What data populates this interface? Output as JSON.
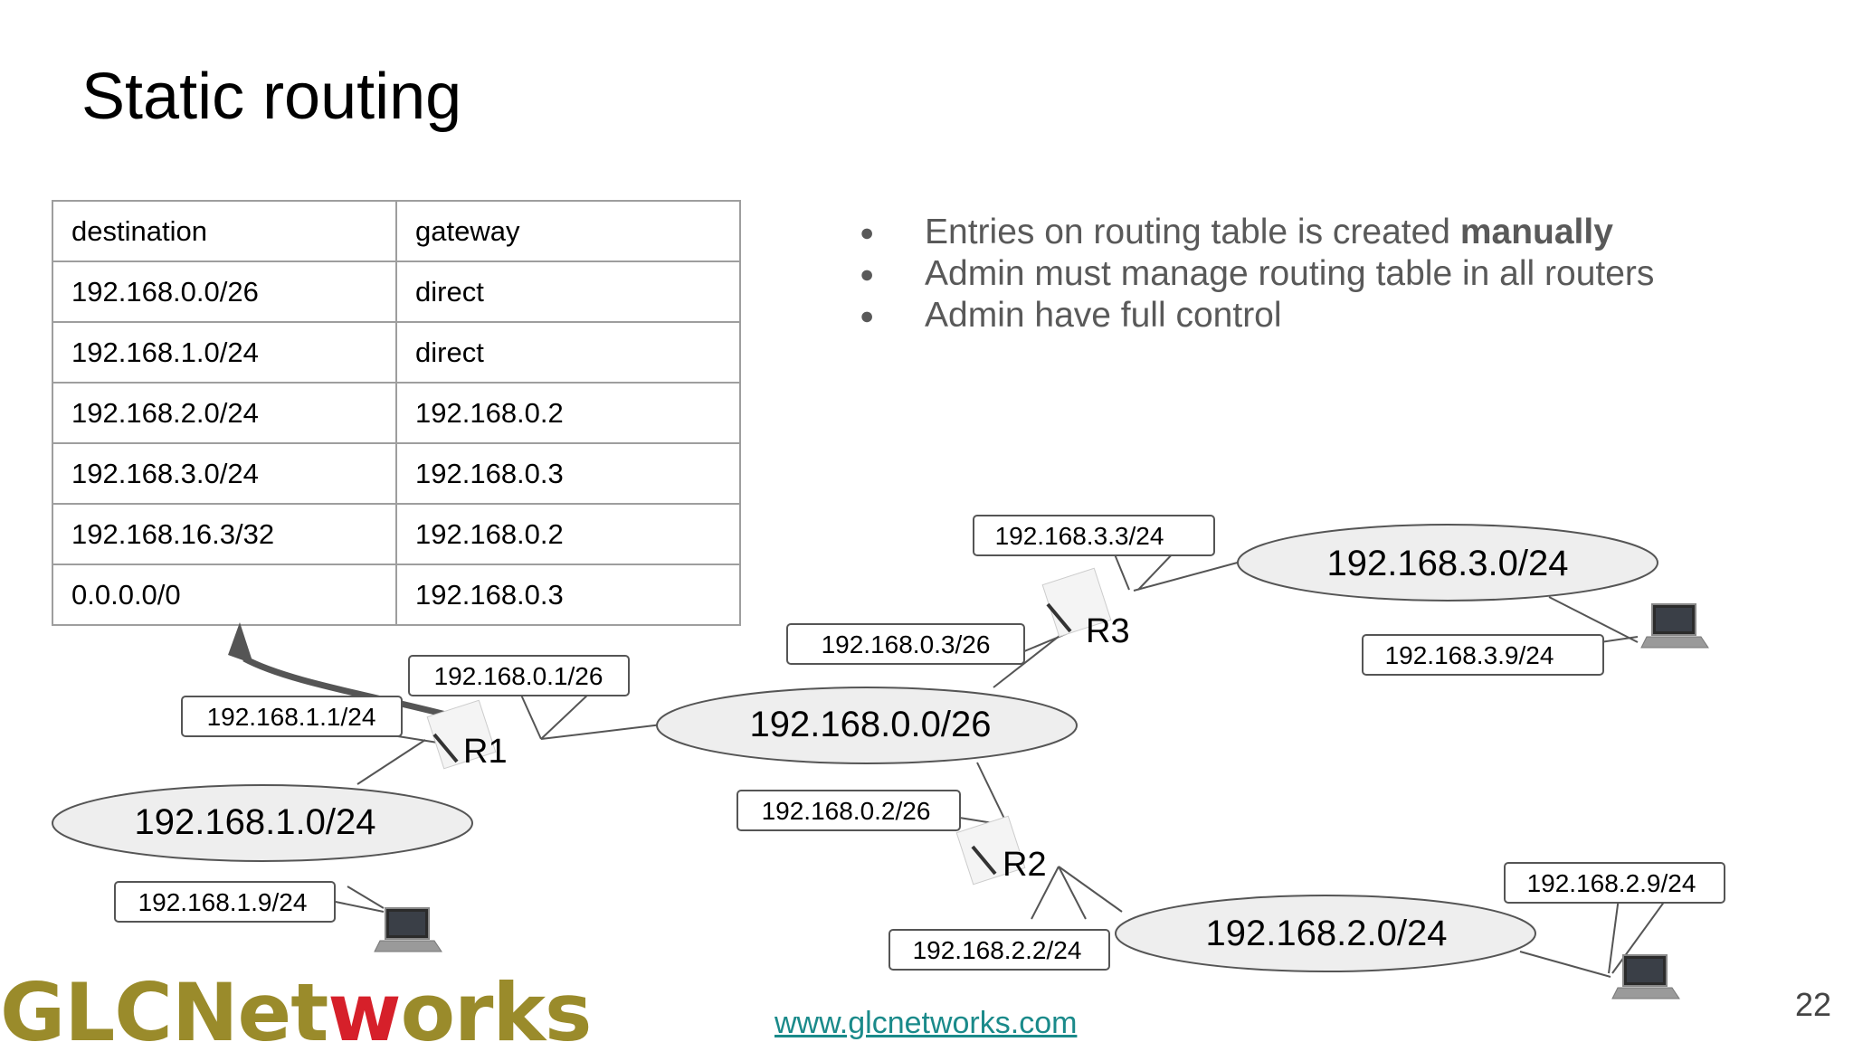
{
  "title": "Static routing",
  "routing_table": {
    "headers": [
      "destination",
      "gateway"
    ],
    "rows": [
      [
        "192.168.0.0/26",
        "direct"
      ],
      [
        "192.168.1.0/24",
        "direct"
      ],
      [
        "192.168.2.0/24",
        "192.168.0.2"
      ],
      [
        "192.168.3.0/24",
        "192.168.0.3"
      ],
      [
        "192.168.16.3/32",
        "192.168.0.2"
      ],
      [
        "0.0.0.0/0",
        "192.168.0.3"
      ]
    ]
  },
  "bullets": [
    {
      "text": "Entries on routing table is created ",
      "bold": "manually"
    },
    {
      "text": "Admin must manage routing table in all routers",
      "bold": ""
    },
    {
      "text": "Admin have full control",
      "bold": ""
    }
  ],
  "diagram": {
    "networks": {
      "net_192_168_1": "192.168.1.0/24",
      "net_192_168_0": "192.168.0.0/26",
      "net_192_168_3": "192.168.3.0/24",
      "net_192_168_2": "192.168.2.0/24"
    },
    "routers": {
      "r1": "R1",
      "r2": "R2",
      "r3": "R3"
    },
    "interface_labels": {
      "r1_lan": "192.168.1.1/24",
      "r1_wan": "192.168.0.1/26",
      "r3_wan": "192.168.0.3/26",
      "r3_lan": "192.168.3.3/24",
      "r2_wan": "192.168.0.2/26",
      "r2_lan": "192.168.2.2/24",
      "host1": "192.168.1.9/24",
      "host3": "192.168.3.9/24",
      "host2": "192.168.2.9/24"
    }
  },
  "footer": {
    "logo_part1": "GLCNet",
    "logo_part2": "w",
    "logo_part3": "orks",
    "link": "www.glcnetworks.com",
    "page_number": "22"
  },
  "colors": {
    "network_fill": "#eeeeee",
    "label_border": "#555555",
    "logo_gold": "#9a8b2b",
    "logo_red": "#d6202a",
    "link": "#1a8a8a",
    "bullet_text": "#595959"
  }
}
